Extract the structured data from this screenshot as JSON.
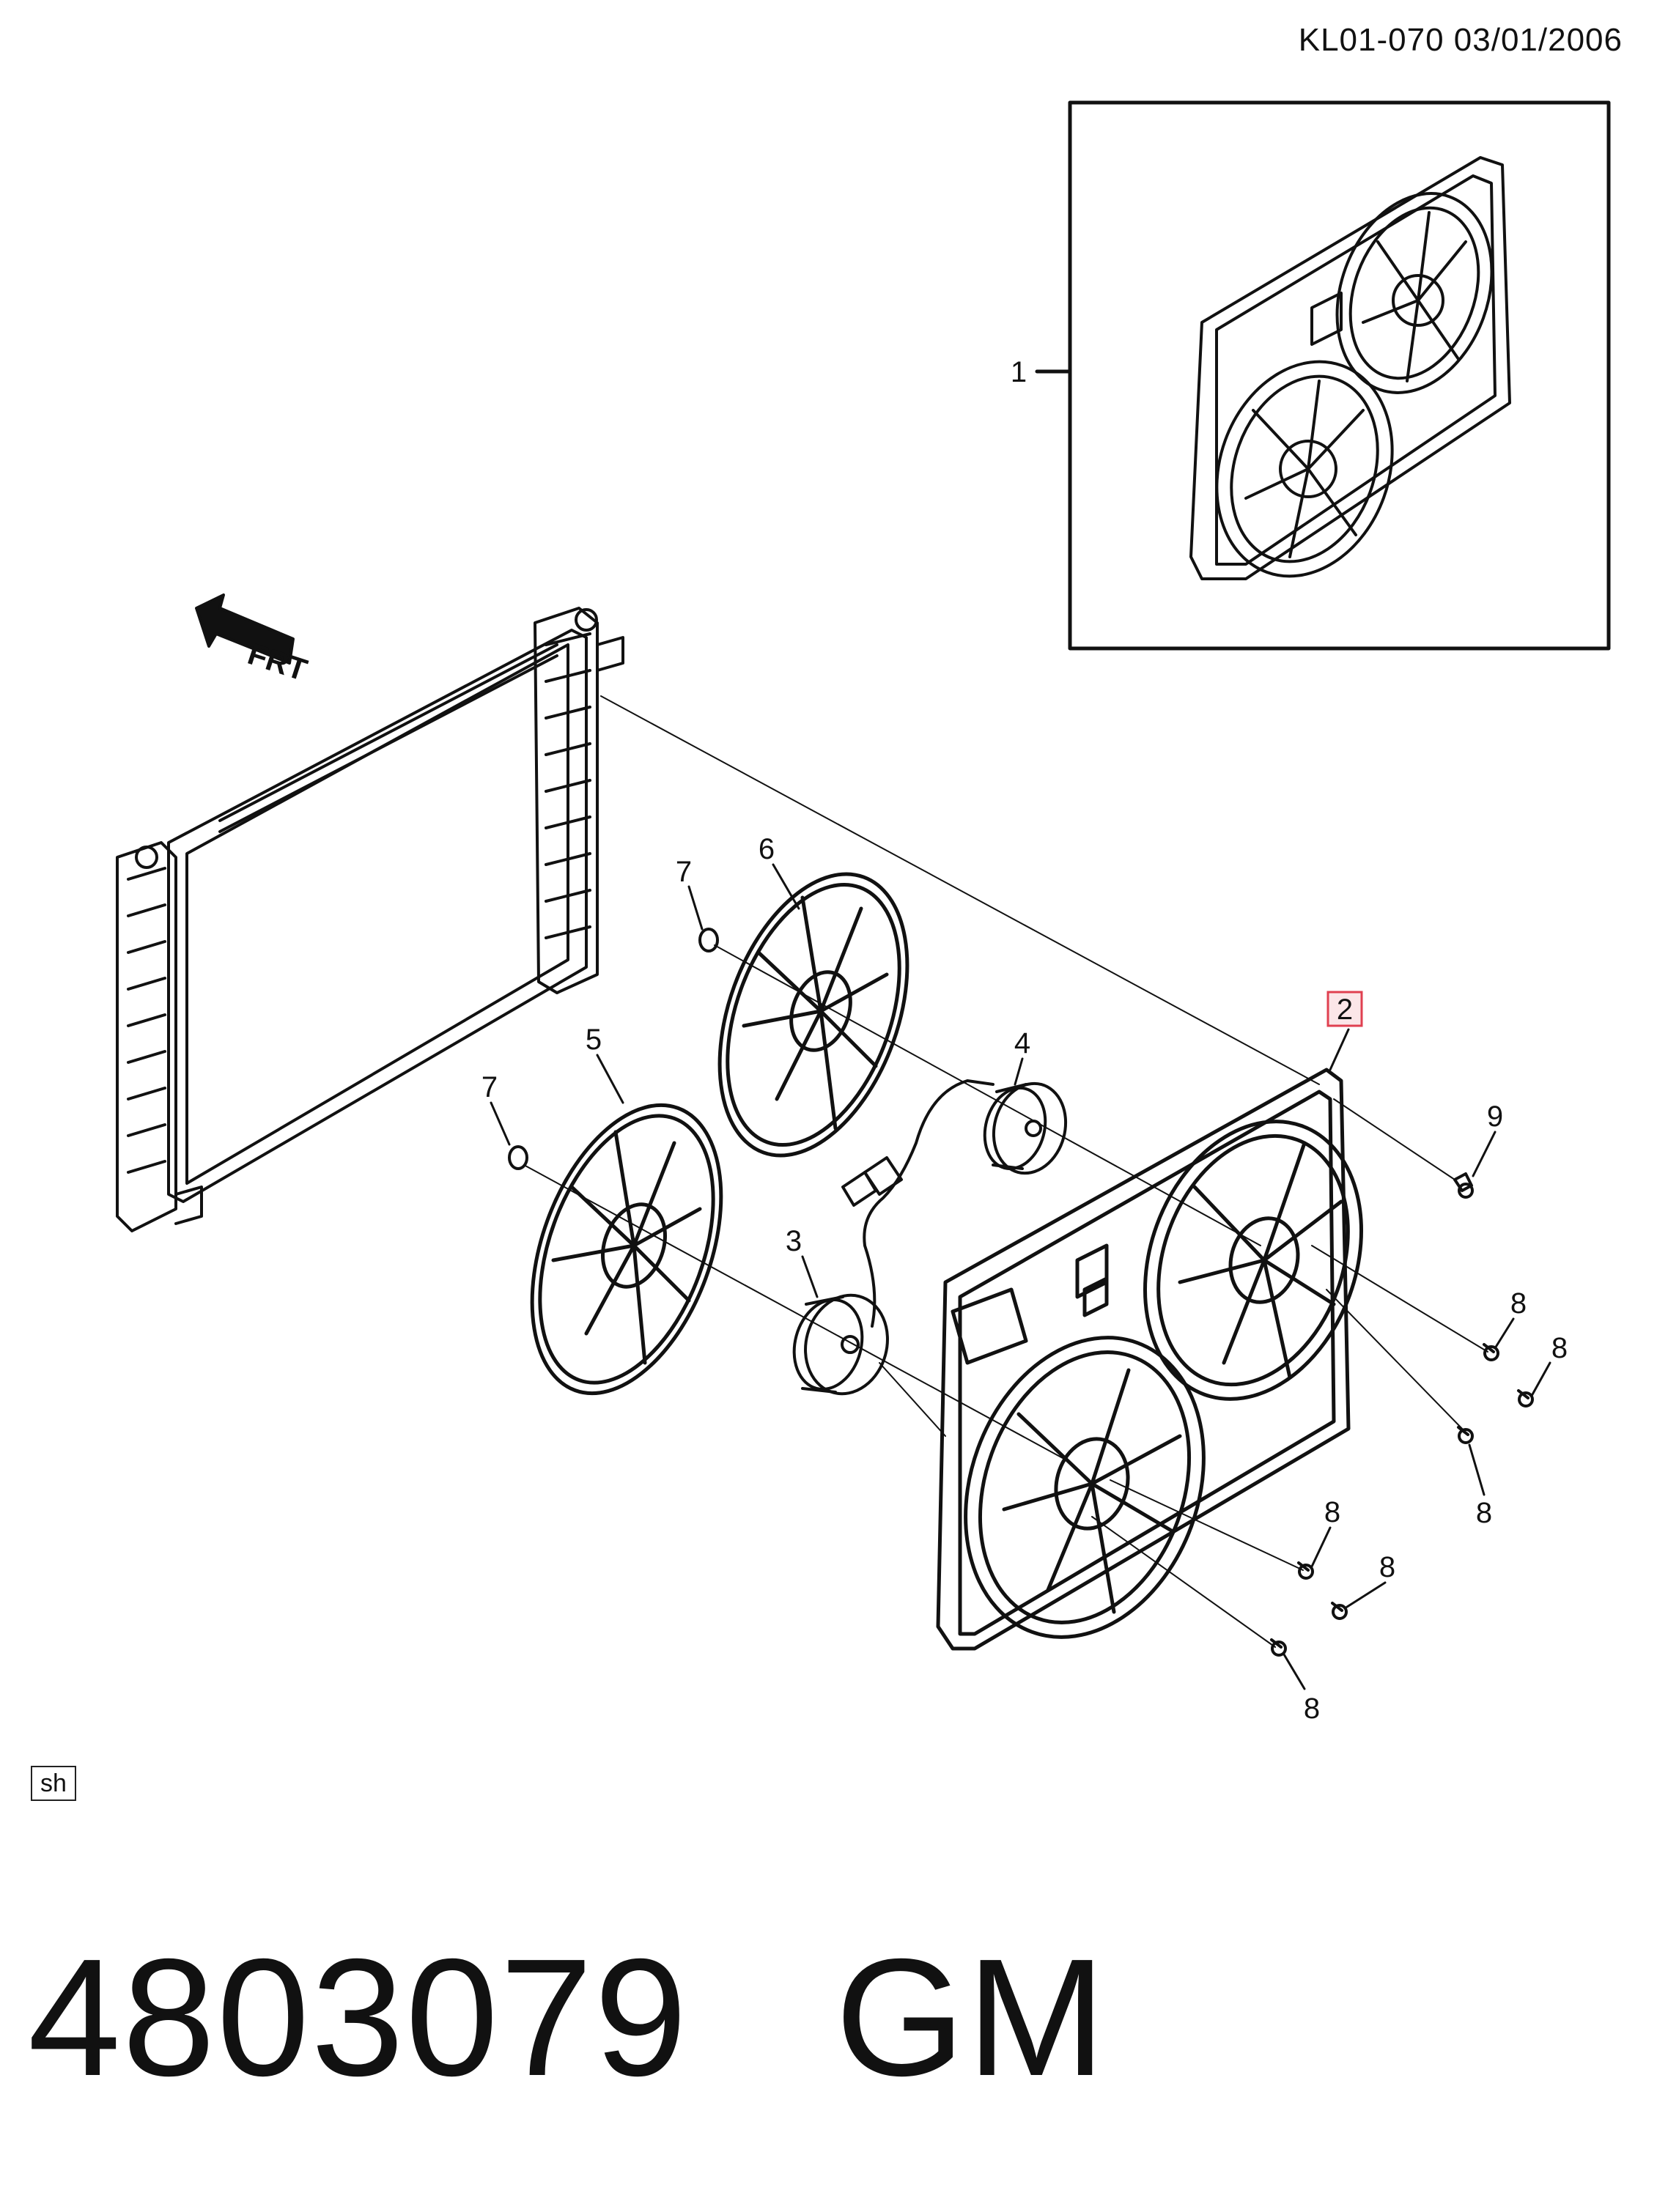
{
  "header": {
    "doc_id": "KL01-070  03/01/2006"
  },
  "direction_label": "FRT",
  "callouts": {
    "c1": "1",
    "c2": "2",
    "c3": "3",
    "c4": "4",
    "c5": "5",
    "c6": "6",
    "c7a": "7",
    "c7b": "7",
    "c8a": "8",
    "c8b": "8",
    "c8c": "8",
    "c8d": "8",
    "c8e": "8",
    "c8f": "8",
    "c9": "9"
  },
  "highlight_color": "#e04050",
  "footer": {
    "sh_label": "sh",
    "part_number": "4803079",
    "brand": "GM"
  }
}
